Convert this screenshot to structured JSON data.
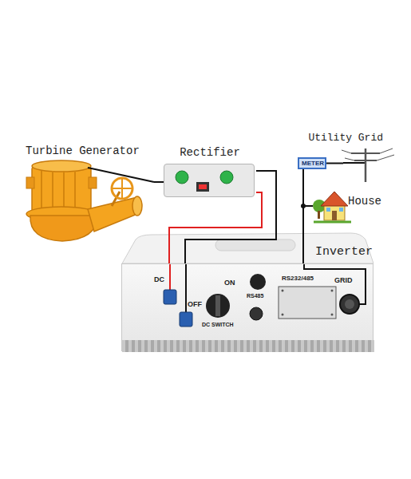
{
  "diagram": {
    "nodes": [
      {
        "text": [
          "Turbine Generator"
        ]
      },
      {
        "text": [
          "Rectifier"
        ]
      },
      {
        "text": [
          "Utility Grid"
        ]
      },
      {
        "text": [
          "METER"
        ]
      },
      {
        "text": [
          "House"
        ]
      },
      {
        "text": [
          "Inverter"
        ]
      }
    ],
    "edges": [
      {
        "from": 0,
        "to": 1,
        "arrow": "none"
      },
      {
        "from": 1,
        "to": 5,
        "arrow": "none"
      },
      {
        "from": 1,
        "to": 5,
        "arrow": "none"
      },
      {
        "from": 5,
        "to": 3,
        "arrow": "none"
      },
      {
        "from": 5,
        "to": 4,
        "arrow": "none"
      },
      {
        "from": 3,
        "to": 2,
        "arrow": "none"
      }
    ],
    "labels": [
      "DC",
      "ON",
      "OFF",
      "DC SWITCH",
      "RS485",
      "RS232/485",
      "GRID"
    ]
  }
}
